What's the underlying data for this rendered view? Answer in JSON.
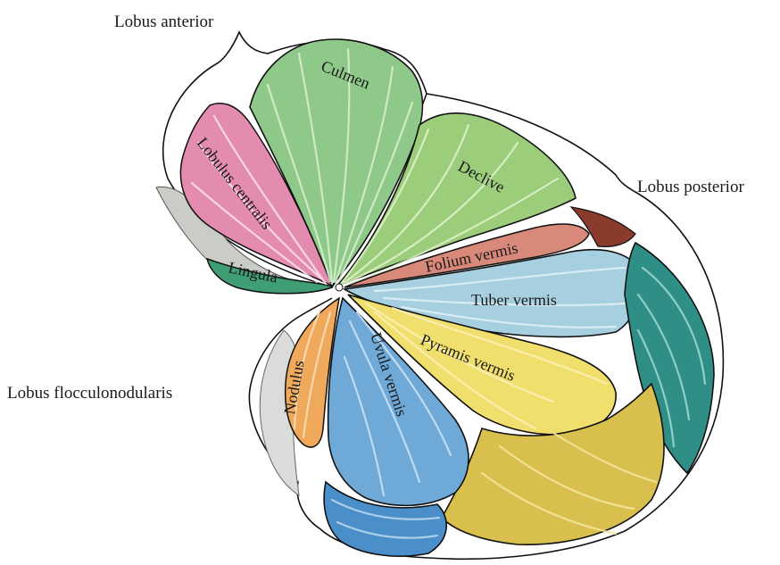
{
  "labels": {
    "lobus_anterior": "Lobus anterior",
    "lobus_posterior": "Lobus posterior",
    "lobus_flocculonodularis": "Lobus flocculonodularis",
    "culmen": "Culmen",
    "lobulus_centralis": "Lobulus centralis",
    "lingula": "Lingula",
    "declive": "Declive",
    "folium_vermis": "Folium vermis",
    "tuber_vermis": "Tuber vermis",
    "pyramis_vermis": "Pyramis vermis",
    "uvula_vermis": "Uvula vermis",
    "nodulus": "Nodulus"
  },
  "colors": {
    "culmen": "#8fc98a",
    "lobulus_centralis": "#e48bb0",
    "lingula": "#3f9e74",
    "declive": "#9ccd7a",
    "folium_vermis": "#d9897a",
    "tuber_vermis": "#a6d0e0",
    "pyramis_vermis": "#f0df6c",
    "uvula_vermis": "#6ea9d8",
    "nodulus": "#f0a95a",
    "outline": "#111111"
  }
}
